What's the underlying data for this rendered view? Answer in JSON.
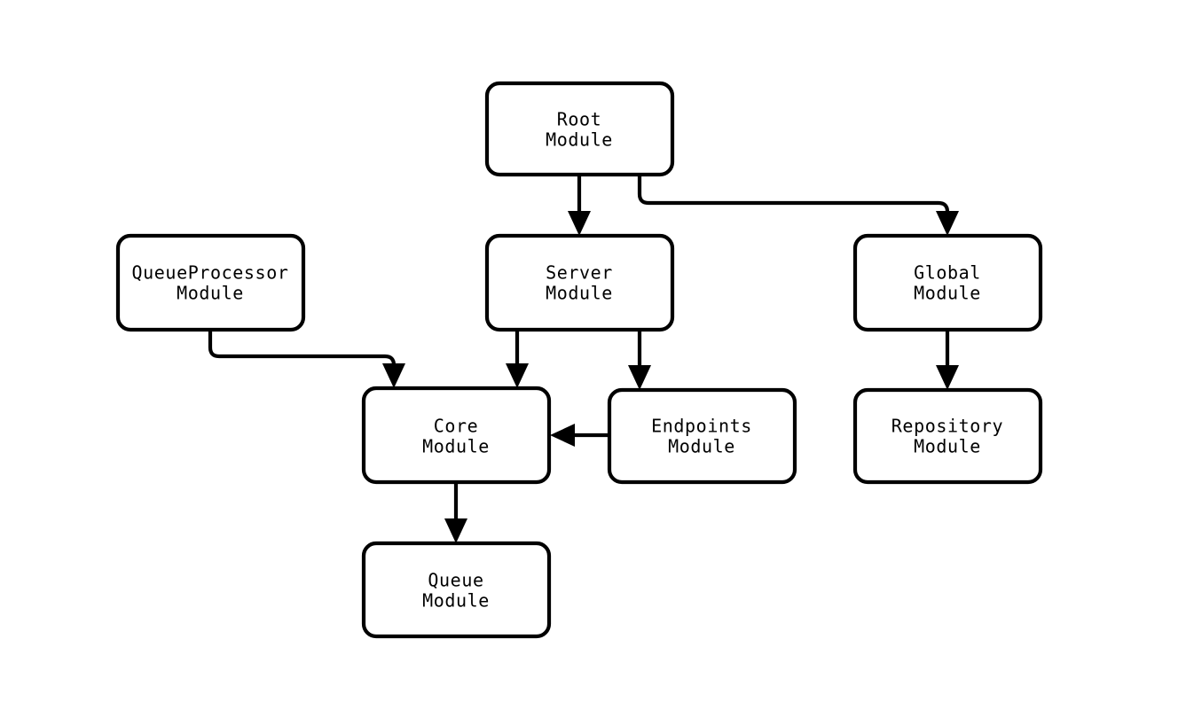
{
  "diagram": {
    "type": "module-dependency-flowchart",
    "background_color": "#ffffff",
    "stroke_color": "#000000",
    "node_fill": "#ffffff",
    "nodes": [
      {
        "id": "root",
        "line1": "Root",
        "line2": "Module"
      },
      {
        "id": "queueprocessor",
        "line1": "QueueProcessor",
        "line2": "Module"
      },
      {
        "id": "server",
        "line1": "Server",
        "line2": "Module"
      },
      {
        "id": "global",
        "line1": "Global",
        "line2": "Module"
      },
      {
        "id": "core",
        "line1": "Core",
        "line2": "Module"
      },
      {
        "id": "endpoints",
        "line1": "Endpoints",
        "line2": "Module"
      },
      {
        "id": "repository",
        "line1": "Repository",
        "line2": "Module"
      },
      {
        "id": "queue",
        "line1": "Queue",
        "line2": "Module"
      }
    ],
    "edges": [
      {
        "id": "root-server",
        "from": "Root Module",
        "to": "Server Module"
      },
      {
        "id": "root-global",
        "from": "Root Module",
        "to": "Global Module"
      },
      {
        "id": "queueprocessor-core",
        "from": "QueueProcessor Module",
        "to": "Core Module"
      },
      {
        "id": "server-core",
        "from": "Server Module",
        "to": "Core Module"
      },
      {
        "id": "server-endpoints",
        "from": "Server Module",
        "to": "Endpoints Module"
      },
      {
        "id": "endpoints-core",
        "from": "Endpoints Module",
        "to": "Core Module"
      },
      {
        "id": "global-repository",
        "from": "Global Module",
        "to": "Repository Module"
      },
      {
        "id": "core-queue",
        "from": "Core Module",
        "to": "Queue Module"
      }
    ]
  }
}
